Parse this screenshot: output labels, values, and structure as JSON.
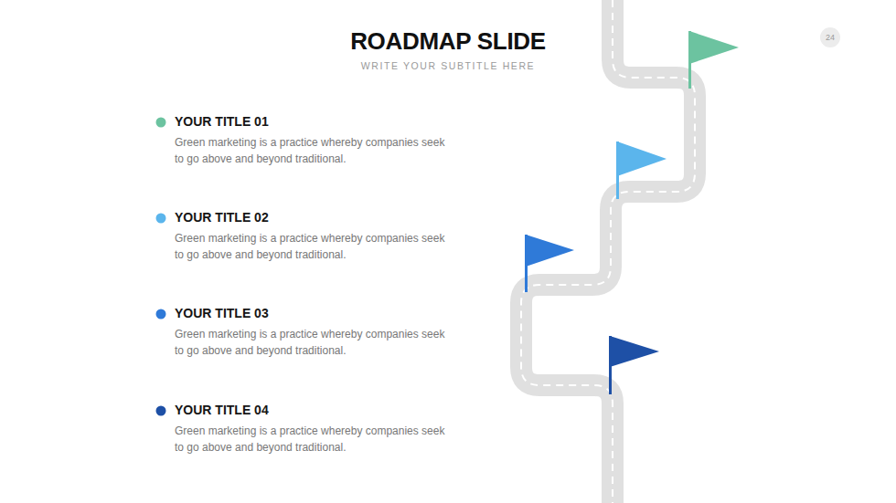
{
  "diagram": {
    "title": "ROADMAP SLIDE",
    "nodes": [
      {
        "text": [
          "24"
        ]
      }
    ],
    "labels": [
      "WRITE YOUR SUBTITLE HERE",
      "YOUR TITLE 01",
      "Green marketing is a practice whereby companies seek to go above and beyond traditional.",
      "YOUR TITLE 02",
      "Green marketing is a practice whereby companies seek to go above and beyond traditional.",
      "YOUR TITLE 03",
      "Green marketing is a practice whereby companies seek to go above and beyond traditional.",
      "YOUR TITLE 04",
      "Green marketing is a practice whereby companies seek to go above and beyond traditional."
    ]
  }
}
